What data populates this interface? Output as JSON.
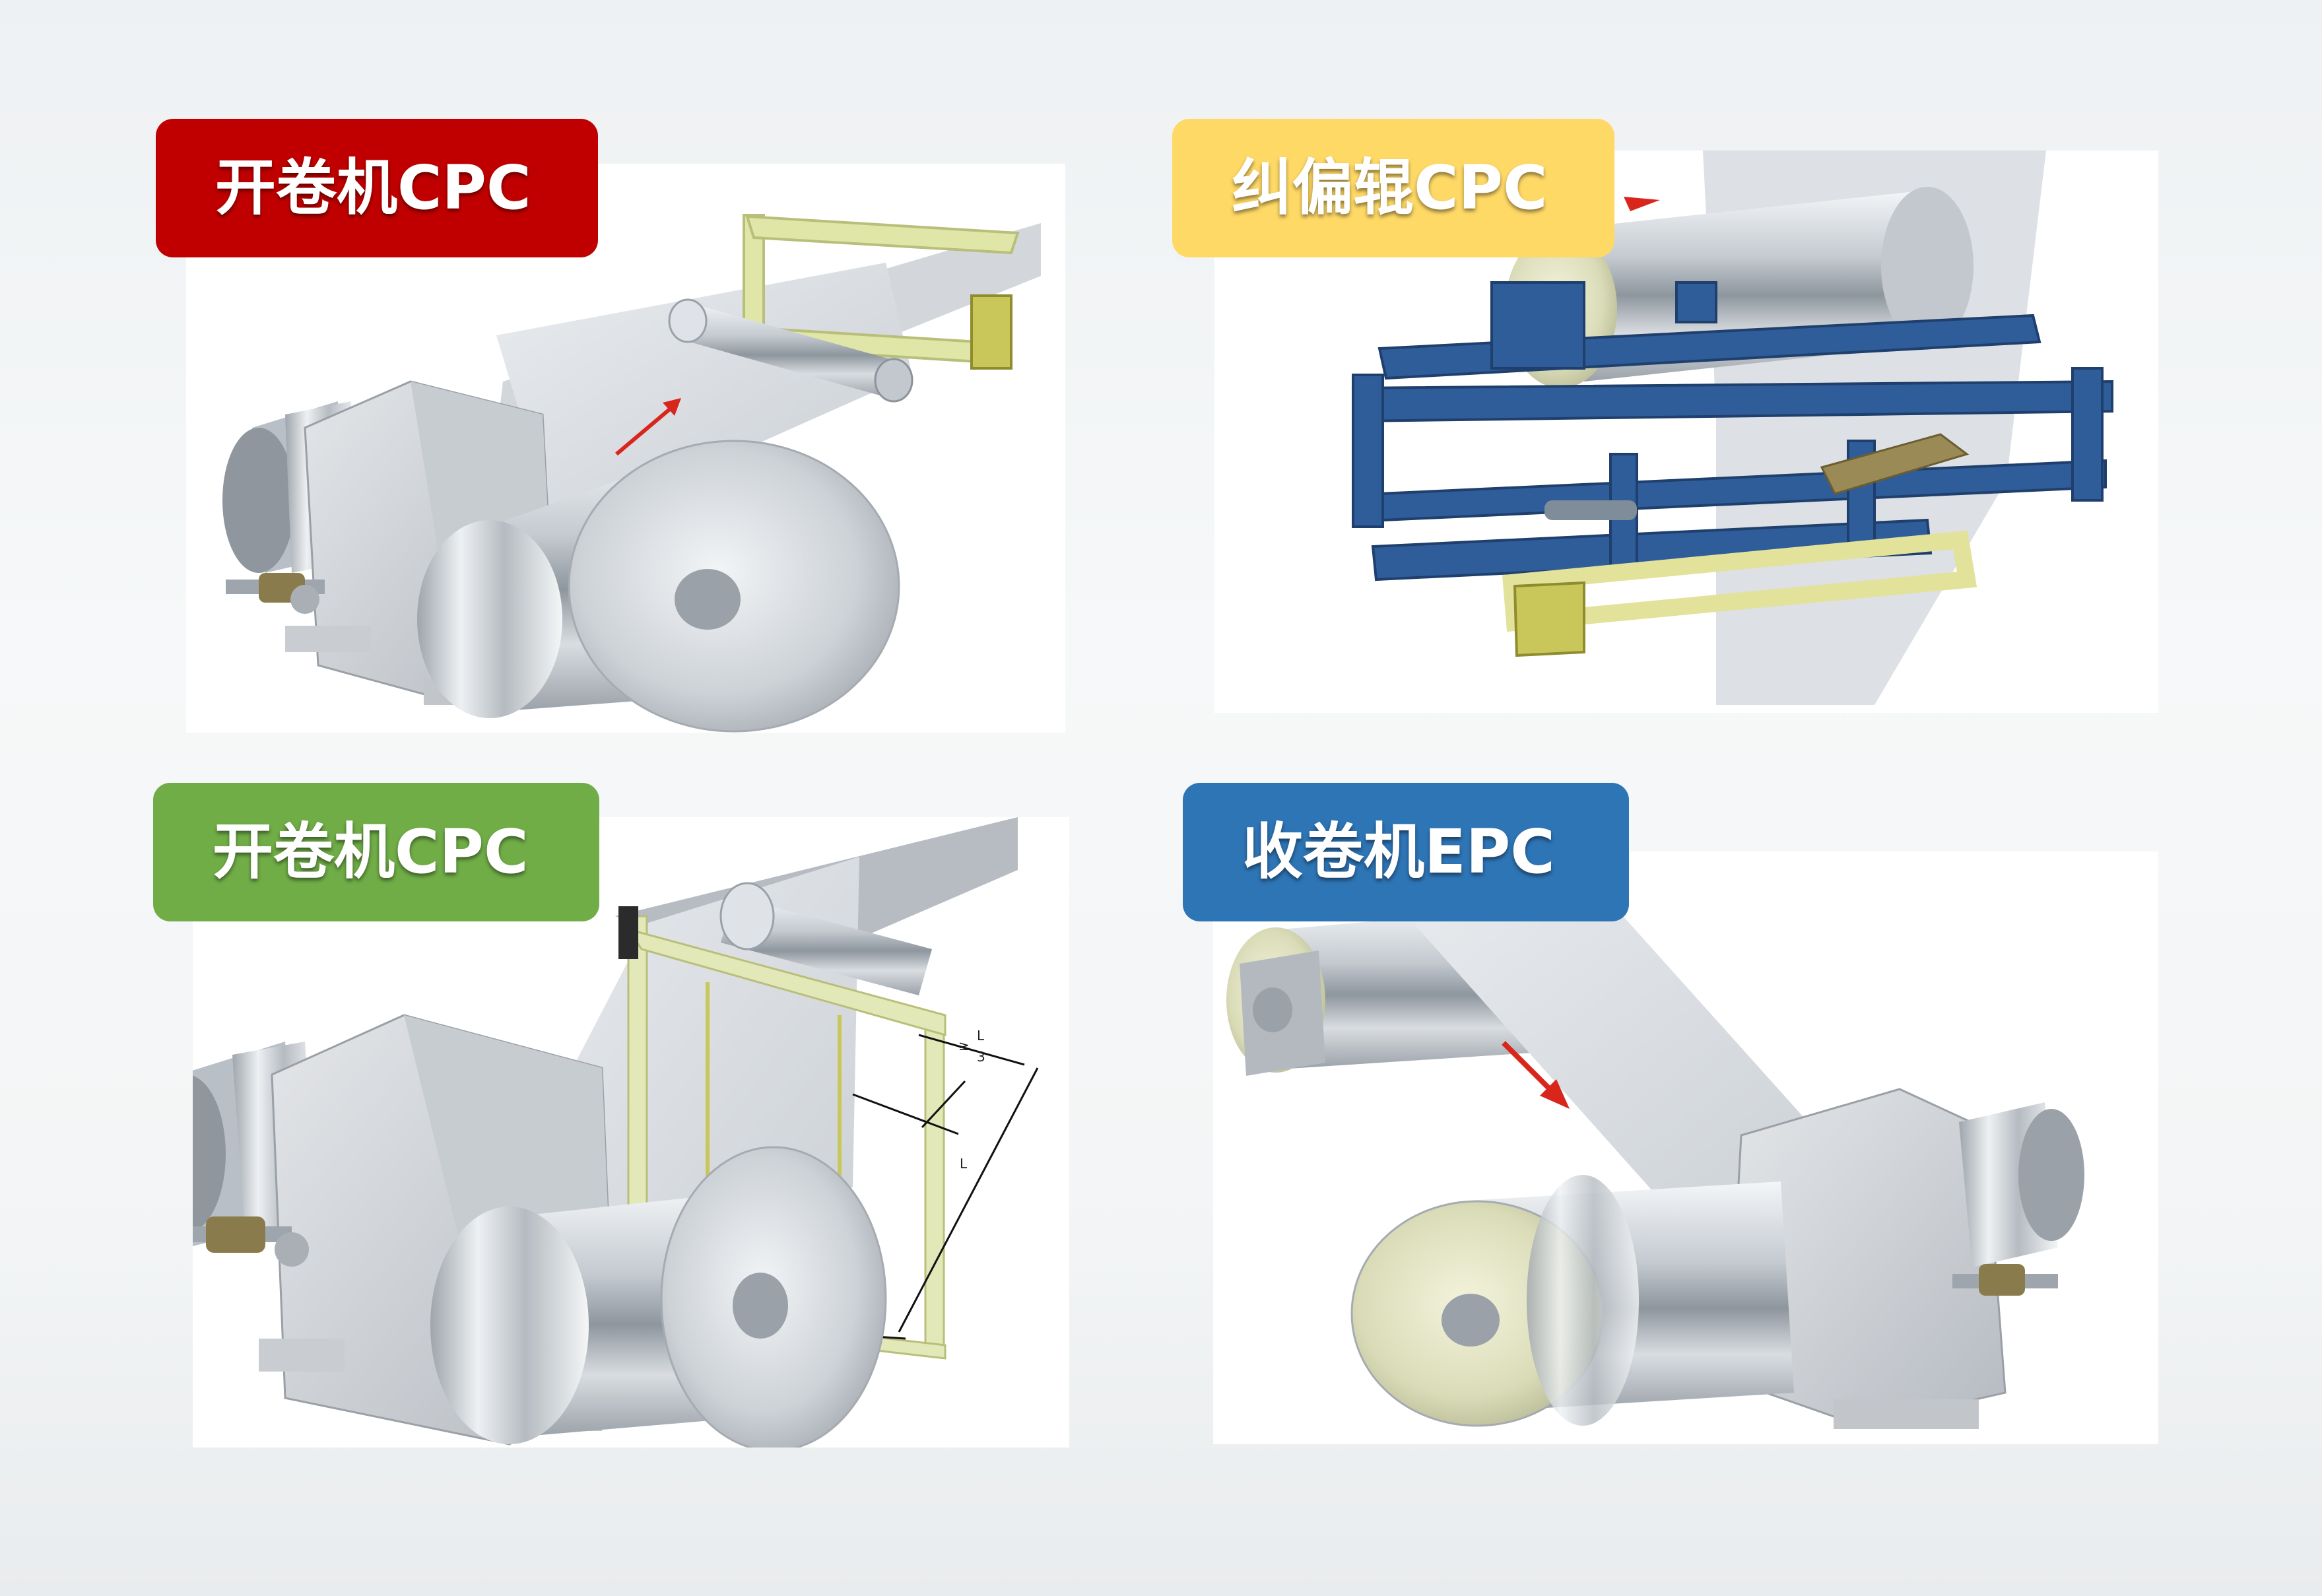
{
  "panels": [
    {
      "id": "unwinder-cpc-top",
      "label": "开卷机CPC",
      "label_color": "#c00000"
    },
    {
      "id": "guide-roller-cpc",
      "label": "纠偏辊CPC",
      "label_color": "#ffd966"
    },
    {
      "id": "unwinder-cpc-bottom",
      "label": "开卷机CPC",
      "label_color": "#70ad47"
    },
    {
      "id": "rewinder-epc",
      "label": "收卷机EPC",
      "label_color": "#2e75b6"
    }
  ],
  "dimension_labels": {
    "l_upper": "L",
    "third_numerator": "L",
    "third_denominator": "3",
    "third_prefix": "≥",
    "l_lower": "L"
  },
  "colors": {
    "sensor_frame": "#dfe6a8",
    "sensor_head": "#c9c75a",
    "steel_frame": "#2f5d9a",
    "arrow": "#d8261d"
  },
  "icons": [
    "motor-icon",
    "gearbox-icon",
    "coil-icon",
    "sensor-frame-icon",
    "actuator-icon",
    "steel-frame-icon",
    "direction-arrow-icon"
  ]
}
